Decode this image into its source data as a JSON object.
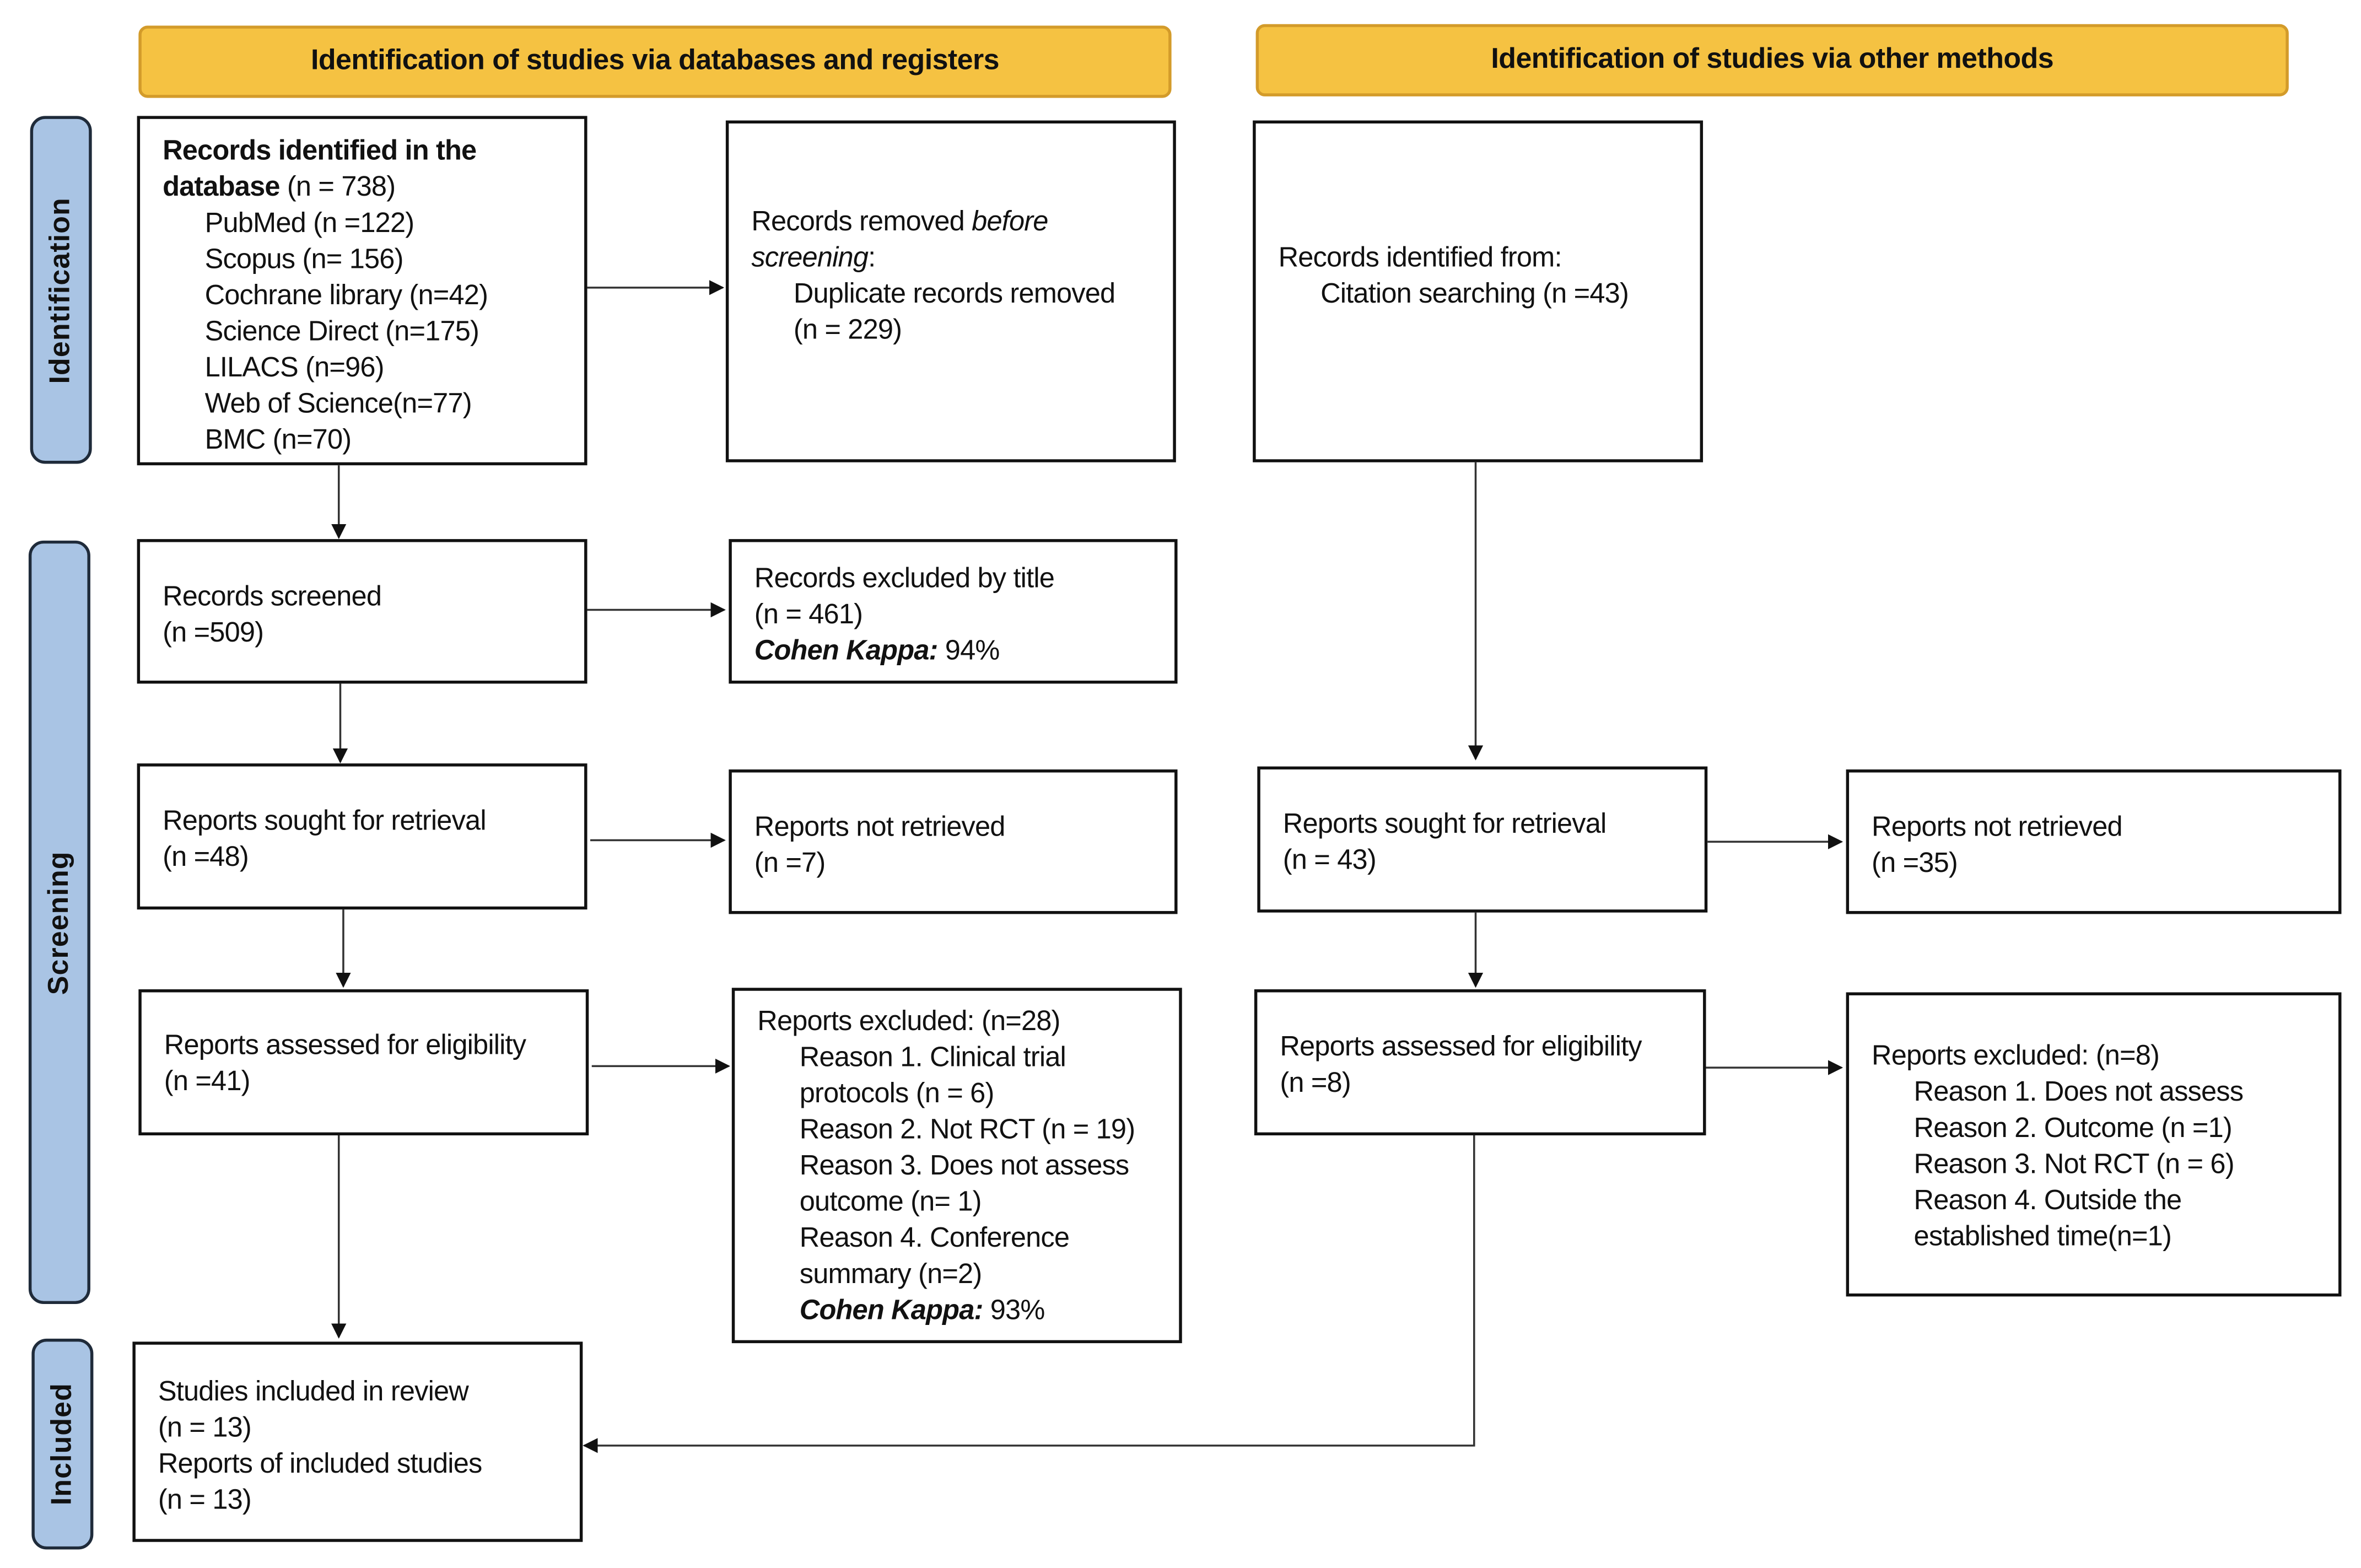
{
  "headers": {
    "databases": "Identification of studies via databases and registers",
    "other": "Identification of studies via other methods"
  },
  "phases": {
    "identification": "Identification",
    "screening": "Screening",
    "included": "Included"
  },
  "boxes": {
    "db_identified": {
      "title_line1": "Records identified in the",
      "title_line2_bold": "database",
      "title_line2_rest": " (n = 738)",
      "sources": [
        "PubMed (n =122)",
        "Scopus (n= 156)",
        "Cochrane library (n=42)",
        "Science Direct (n=175)",
        "LILACS (n=96)",
        "Web of Science(n=77)",
        "BMC (n=70)"
      ]
    },
    "db_removed": {
      "line1_plain": "Records removed ",
      "line1_italic": "before",
      "line2_italic": "screening",
      "line2_plain": ":",
      "detail_line1": "Duplicate records removed",
      "detail_line2": "(n = 229)"
    },
    "other_identified": {
      "line1": "Records identified from:",
      "line2": "Citation searching (n =43)"
    },
    "db_screened": {
      "line1": "Records screened",
      "line2": "(n =509)"
    },
    "db_excluded_title": {
      "line1": "Records excluded by title",
      "line2": "(n = 461)",
      "kappa_label": "Cohen Kappa:",
      "kappa_value": " 94%"
    },
    "db_sought": {
      "line1": "Reports sought for retrieval",
      "line2": "(n =48)"
    },
    "db_not_retrieved": {
      "line1": "Reports not retrieved",
      "line2": "(n =7)"
    },
    "other_sought": {
      "line1": "Reports sought for retrieval",
      "line2": "(n = 43)"
    },
    "other_not_retrieved": {
      "line1": "Reports not retrieved",
      "line2": "(n =35)"
    },
    "db_assessed": {
      "line1": "Reports assessed for eligibility",
      "line2": "(n =41)"
    },
    "db_excluded": {
      "title": "Reports excluded: (n=28)",
      "lines": [
        "Reason 1. Clinical trial",
        "protocols (n = 6)",
        "Reason 2. Not RCT (n = 19)",
        "Reason 3. Does not assess",
        "outcome (n= 1)",
        "Reason 4. Conference",
        "summary (n=2)"
      ],
      "kappa_label": "Cohen Kappa:",
      "kappa_value": " 93%"
    },
    "other_assessed": {
      "line1": "Reports assessed for eligibility",
      "line2": "(n =8)"
    },
    "other_excluded": {
      "title": "Reports excluded: (n=8)",
      "lines": [
        "Reason 1. Does not assess",
        "Reason 2. Outcome (n =1)",
        "Reason 3. Not RCT (n = 6)",
        "Reason 4. Outside the",
        "established time(n=1)"
      ]
    },
    "included": {
      "line1": "Studies included in review",
      "line2": "(n = 13)",
      "line3": "Reports of included studies",
      "line4": "(n = 13)"
    }
  }
}
